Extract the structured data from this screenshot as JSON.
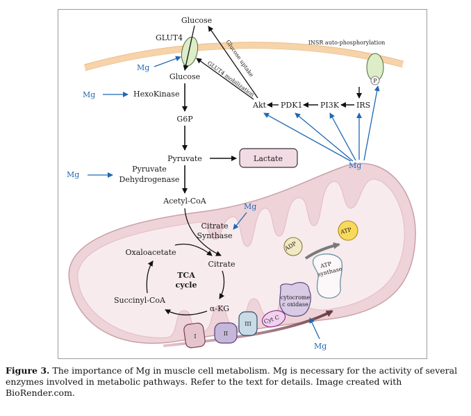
{
  "pathway": {
    "glucose_top": "Glucose",
    "glut4": "GLUT4",
    "glucose_inside": "Glucose",
    "hexokinase": "HexoKinase",
    "g6p": "G6P",
    "pyruvate": "Pyruvate",
    "lactate": "Lactate",
    "pdh_line1": "Pyruvate",
    "pdh_line2": "Dehydrogenase",
    "acetyl_coa": "Acetyl-CoA",
    "citrate_synthase_line1": "Citrate",
    "citrate_synthase_line2": "Synthase"
  },
  "signaling": {
    "insr_label": "INSR auto-phosphorylation",
    "p_label": "P",
    "akt": "Akt",
    "pdk1": "PDK1",
    "pi3k": "PI3K",
    "irs": "IRS",
    "glucose_uptake": "Glucose uptake",
    "glut4_mobilization": "GLUT4 mobilization"
  },
  "tca": {
    "oxaloacetate": "Oxaloacetate",
    "citrate": "Citrate",
    "alpha_kg": "α-KG",
    "succinyl_coa": "Succinyl-CoA",
    "cycle_line1": "TCA",
    "cycle_line2": "cycle"
  },
  "etc": {
    "complex1": "I",
    "complex2": "II",
    "complex3": "III",
    "cyt_c": "Cyt C",
    "cytochrome_line1": "cytocrome",
    "cytochrome_line2": "c oxidase",
    "adp": "ADP",
    "atp": "ATP",
    "atp_synthase_line1": "ATP",
    "atp_synthase_line2": "synthase"
  },
  "mg": {
    "label": "Mg"
  },
  "caption": {
    "figure_label": "Figure 3.",
    "text": " The importance of Mg in muscle cell metabolism. Mg is necessary for the activity of several enzymes involved in metabolic pathways. Refer to the text for details. Image created with BioRender.com."
  },
  "colors": {
    "mg_blue": "#1f67b3",
    "membrane": "#f6d3a8",
    "mitochondrion_fill": "#eed3d9",
    "mitochondrion_stroke": "#c9a0a8",
    "glut4_fill": "#dcedc8",
    "lactate_fill": "#f2dbe4",
    "atp_fill": "#f9d95b",
    "adp_fill": "#f1e9c4"
  }
}
